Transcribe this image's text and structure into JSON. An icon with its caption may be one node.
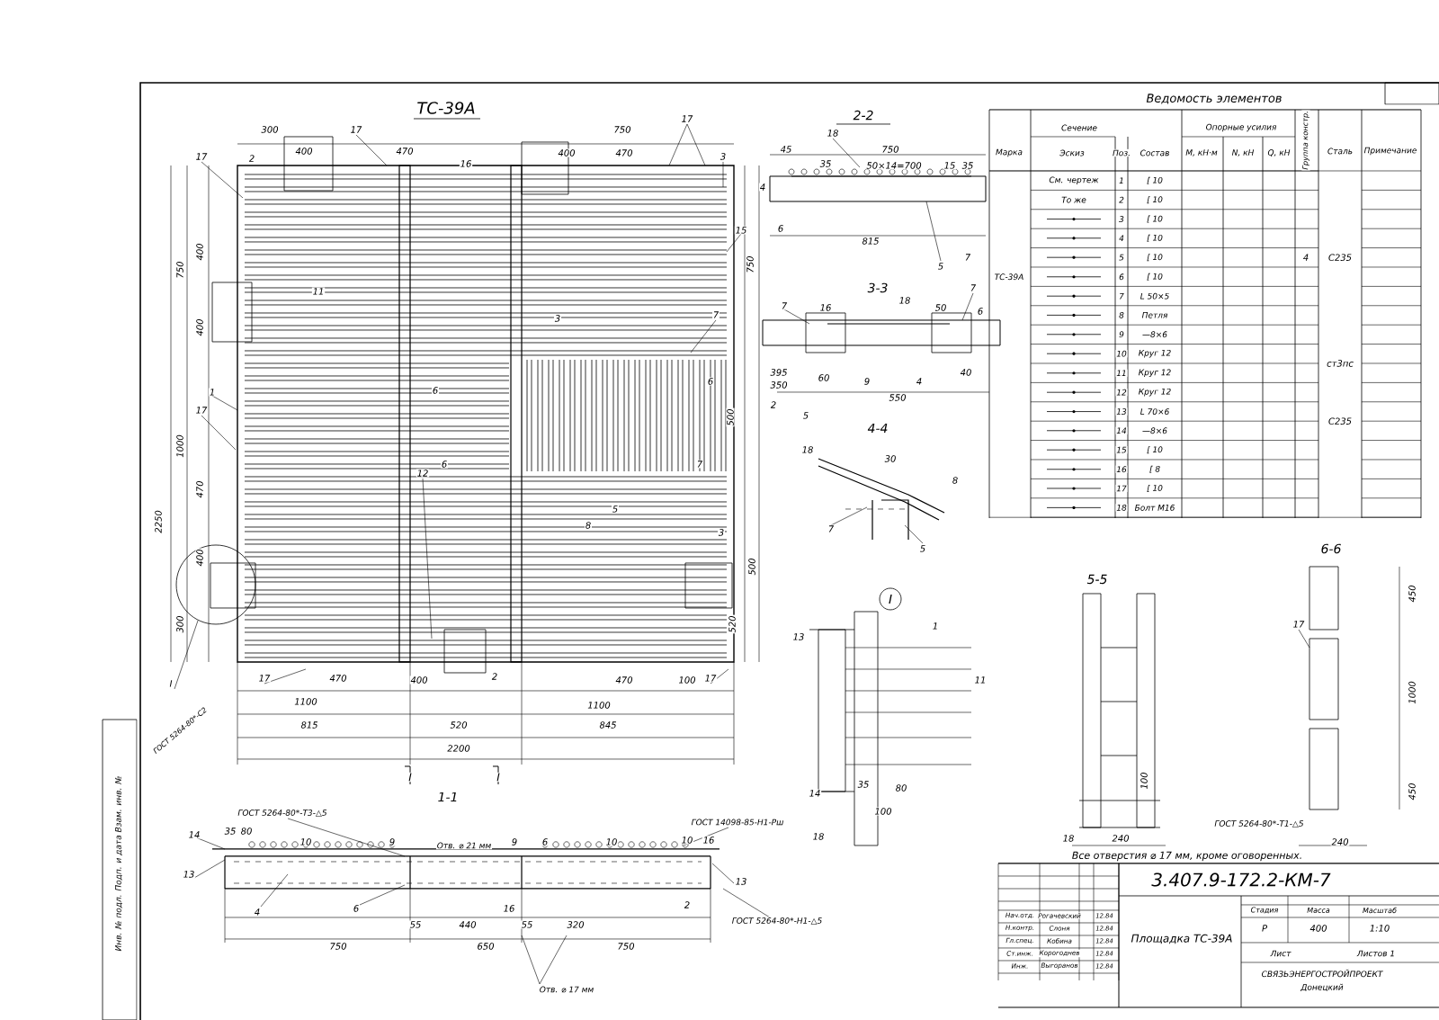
{
  "diagram": {
    "title": "ТС-39А",
    "labels": [
      "2-2",
      "3-3",
      "4-4",
      "5-5",
      "6-6",
      "1-1",
      "I",
      "300",
      "400",
      "470",
      "750",
      "400",
      "470",
      "750",
      "400",
      "400",
      "1000",
      "470",
      "400",
      "300",
      "2250",
      "750",
      "500",
      "520",
      "500",
      "470",
      "400",
      "470",
      "100",
      "1100",
      "1100",
      "815",
      "520",
      "845",
      "2200",
      "17",
      "2",
      "17",
      "16",
      "17",
      "3",
      "15",
      "7",
      "6",
      "11",
      "6",
      "3",
      "1",
      "17",
      "12",
      "6",
      "7",
      "8",
      "5",
      "3",
      "I",
      "17",
      "2",
      "17",
      "ГОСТ 5264-80*-С2",
      "I",
      "I",
      "ГОСТ 5264-80*-Т3-△5",
      "ГОСТ 14098-85-Н1-Рш",
      "14",
      "13",
      "35",
      "80",
      "10",
      "9",
      "Отв. ⌀ 21 мм",
      "9",
      "6",
      "10",
      "10",
      "16",
      "13",
      "ГОСТ 5264-80*-Н1-△5",
      "4",
      "6",
      "2",
      "16",
      "55",
      "440",
      "55",
      "320",
      "750",
      "650",
      "750",
      "Отв. ⌀ 17 мм",
      "18",
      "45",
      "750",
      "35",
      "50×14=700",
      "15",
      "35",
      "4",
      "6",
      "815",
      "5",
      "7",
      "7",
      "16",
      "18",
      "50",
      "7",
      "6",
      "395",
      "350",
      "60",
      "9",
      "4",
      "40",
      "550",
      "2",
      "5",
      "18",
      "30",
      "8",
      "7",
      "5",
      "13",
      "1",
      "11",
      "14",
      "18",
      "35",
      "80",
      "100",
      "18",
      "240",
      "100",
      "17",
      "450",
      "1000",
      "450",
      "240",
      "ГОСТ 5264-80*-Т1-△5",
      "Все отверстия ⌀ 17 мм, кроме оговоренных.",
      "Инв. № подл.   Подп. и дата   Взам. инв. №",
      "Ведомость элементов",
      "Марка",
      "Сечение",
      "Опорные усилия",
      "Эскиз",
      "Поз.",
      "Состав",
      "M, кН·м",
      "N, кН",
      "Q, кН",
      "Группа констр.",
      "Сталь",
      "Примечание",
      "См. чертеж",
      "1",
      "[ 10",
      "То же",
      "2",
      "[ 10",
      "3",
      "[ 10",
      "4",
      "[ 10",
      "5",
      "[ 10",
      "6",
      "[ 10",
      "7",
      "L 50×5",
      "8",
      "Петля",
      "9",
      "—8×6",
      "10",
      "Круг 12",
      "11",
      "Круг 12",
      "12",
      "Круг 12",
      "13",
      "L 70×6",
      "14",
      "—8×6",
      "15",
      "[ 10",
      "16",
      "[ 8",
      "17",
      "[ 10",
      "18",
      "Болт М16",
      "ТС-39А",
      "4",
      "С235",
      "ст3пс",
      "С235",
      "3.407.9-172.2-КМ-7",
      "Площадка ТС-39А",
      "Стадия",
      "Масса",
      "Масштаб",
      "Р",
      "400",
      "1:10",
      "Лист",
      "Листов 1",
      "СВЯЗЬЭНЕРГОСТРОЙПРОЕКТ",
      "Донецкий",
      "Нач.отд.",
      "Рогачевский",
      "12.84",
      "Н.контр.",
      "Слоня",
      "12.84",
      "Гл.спец.",
      "Кобина",
      "12.84",
      "Ст.инж.",
      "Корогоднев",
      "12.84",
      "Инж.",
      "Выгоранов",
      "12.84"
    ]
  }
}
